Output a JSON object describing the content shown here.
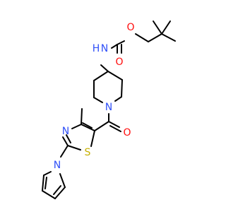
{
  "molecule": {
    "atom_labels": {
      "o_ether": "O",
      "o_carbonyl_carbamate": "O",
      "nh": "N",
      "h": "H",
      "n_piperidine": "N",
      "o_amide": "O",
      "n_thiazole": "N",
      "s_thiazole": "S",
      "n_pyrrole": "N"
    },
    "colors": {
      "bond": "#000000",
      "oxygen": "#FF0D0D",
      "nitrogen": "#3050F8",
      "sulfur": "#C6B000"
    }
  }
}
